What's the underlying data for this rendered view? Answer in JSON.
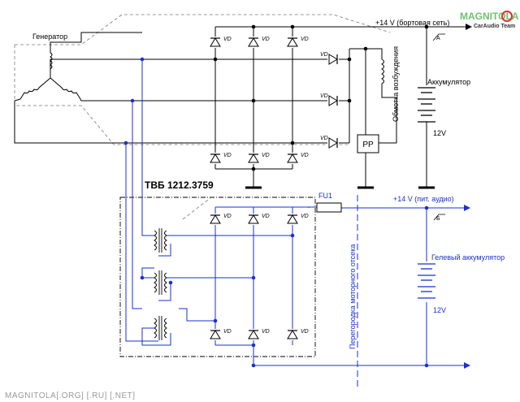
{
  "labels": {
    "generator": "Генератор",
    "onboard_net": "+14 V (бортовая сеть)",
    "terminal_a": "А",
    "battery": "Аккумулятор",
    "battery_v": "12V",
    "excitation": "Обмотка возбуждения",
    "regulator": "PP",
    "tvb": "ТВБ 1212.3759",
    "fuse": "FU1",
    "audio_net": "+14 V (пит. аудио)",
    "terminal_b": "Б",
    "gel_battery": "Гелевый аккумулятор",
    "gel_v": "12V",
    "bulkhead": "Перегородка моторного отсека",
    "watermark": "MAGNITOLA[.ORG] [.RU] [.NET]",
    "logo_main": "MAGNITOLA",
    "logo_sub": "CarAudio Team"
  },
  "diode_label": "VD",
  "colors": {
    "main_circuit": "#000000",
    "audio_circuit": "#1a2fd6",
    "outline_dashed": "#777777",
    "logo_green": "#6fc26f",
    "logo_red": "#e03030"
  }
}
